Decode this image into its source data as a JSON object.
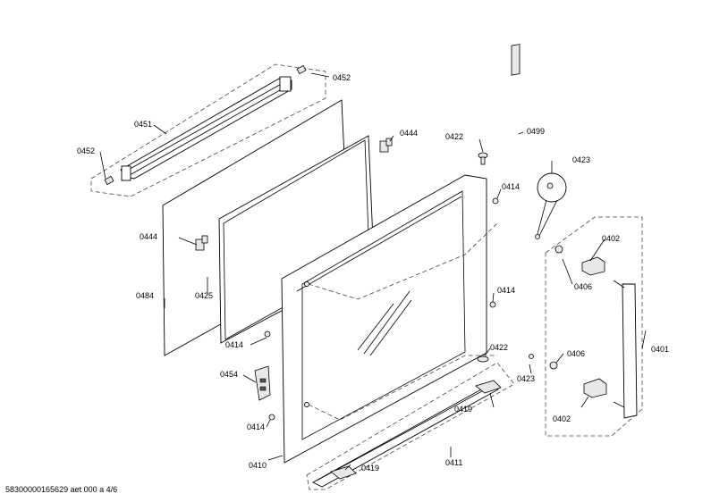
{
  "footer": "58300000165629 aet 000 a 4/6",
  "labels": {
    "l0452_top": "0452",
    "l0451": "0451",
    "l0452_left": "0452",
    "l0444_top": "0444",
    "l0422_top": "0422",
    "l0499": "0499",
    "l0423_top": "0423",
    "l0414_a": "0414",
    "l0444_left": "0444",
    "l0484": "0484",
    "l0425": "0425",
    "l0402_top": "0402",
    "l0406_top": "0406",
    "l0414_b": "0414",
    "l0414_c": "0414",
    "l0422_bot": "0422",
    "l0423_bot": "0423",
    "l0406_bot": "0406",
    "l0401": "0401",
    "l0454": "0454",
    "l0419_a": "0419",
    "l0402_bot": "0402",
    "l0414_d": "0414",
    "l0410": "0410",
    "l0411": "0411",
    "l0419_b": "0419"
  }
}
